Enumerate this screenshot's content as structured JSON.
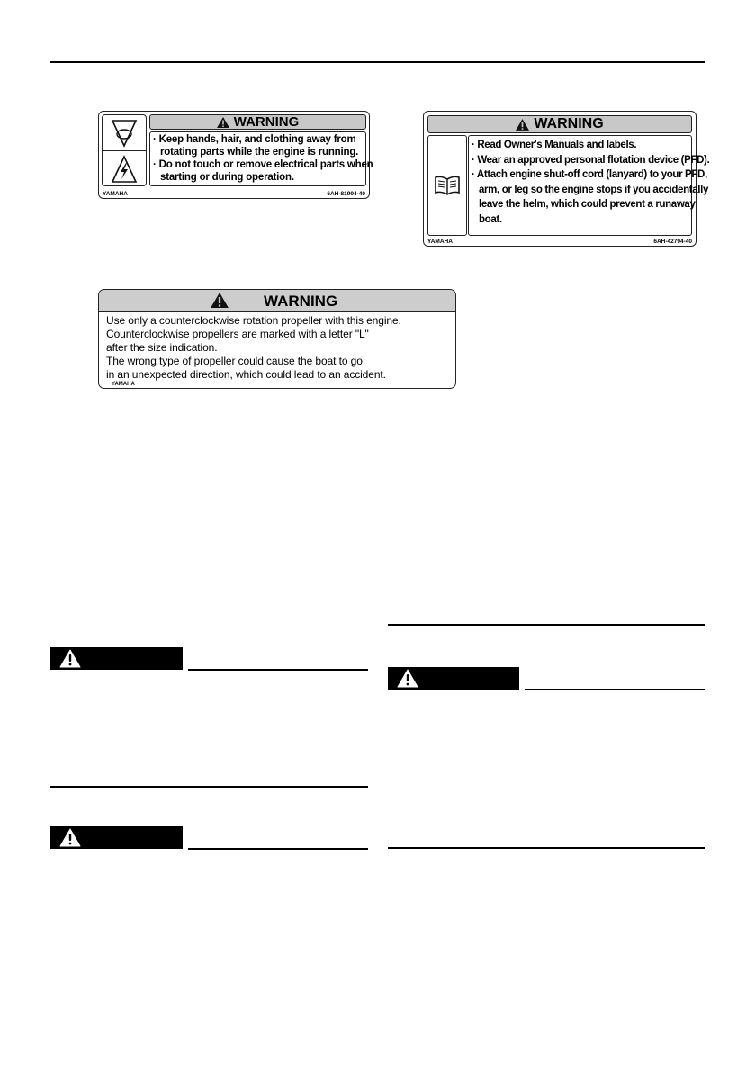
{
  "label_1": {
    "header": "WARNING",
    "lines": [
      "· Keep hands, hair, and clothing away from",
      "rotating parts while the engine is running.",
      "· Do not touch or remove electrical parts when",
      "starting or during operation."
    ],
    "brand": "YAMAHA",
    "part_number": "6AH-81994-40",
    "icons": [
      "rotating-parts-icon",
      "electrical-shock-icon"
    ]
  },
  "label_2": {
    "header": "WARNING",
    "lines": [
      "· Read Owner's Manuals and labels.",
      "· Wear an approved personal flotation device (PFD).",
      "· Attach engine shut-off cord (lanyard) to your PFD,",
      "arm, or leg so the engine stops if you accidentally",
      "leave the helm, which could prevent a runaway",
      "boat."
    ],
    "brand": "YAMAHA",
    "part_number": "6AH-42794-40",
    "icons": [
      "manual-book-icon"
    ]
  },
  "label_3": {
    "header": "WARNING",
    "lines": [
      "Use only a counterclockwise rotation propeller with this engine.",
      "Counterclockwise propellers are marked with a letter \"L\"",
      "after the size indication.",
      "The wrong type of propeller could cause the boat to go",
      "in an unexpected direction, which could lead to an accident."
    ],
    "brand": "YAMAHA"
  },
  "icons": [
    "warning-triangle-icon",
    "caution-triangle-icon"
  ],
  "colors": {
    "header_gray": "#c8c8c8",
    "bar": "#000000"
  }
}
